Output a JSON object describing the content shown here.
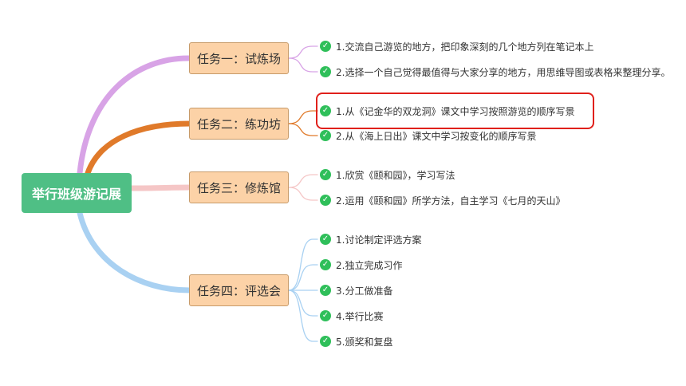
{
  "root": {
    "label": "举行班级游记展"
  },
  "branches": [
    {
      "label": "任务一：试炼场",
      "color": "#d8a3e6",
      "items": [
        "1.交流自己游览的地方，把印象深刻的几个地方列在笔记本上",
        "2.选择一个自己觉得最值得与大家分享的地方，用思维导图或表格来整理分享。"
      ]
    },
    {
      "label": "任务二：练功坊",
      "color": "#e07a2a",
      "items": [
        "1.从《记金华的双龙洞》课文中学习按照游览的顺序写景",
        "2.从《海上日出》课文中学习按变化的顺序写景"
      ]
    },
    {
      "label": "任务三：修炼馆",
      "color": "#f5c6c6",
      "items": [
        "1.欣赏《颐和园》，学习写法",
        "2.运用《颐和园》所学方法，自主学习《七月的天山》"
      ]
    },
    {
      "label": "任务四：评选会",
      "color": "#a9d1f2",
      "items": [
        "1.讨论制定评选方案",
        "2.独立完成习作",
        "3.分工做准备",
        "4.举行比赛",
        "5.颁奖和复盘"
      ]
    }
  ],
  "icons": {
    "check": "check-circle-icon",
    "check_color": "#2fbf5a"
  },
  "highlight": {
    "color": "#e0201b"
  }
}
